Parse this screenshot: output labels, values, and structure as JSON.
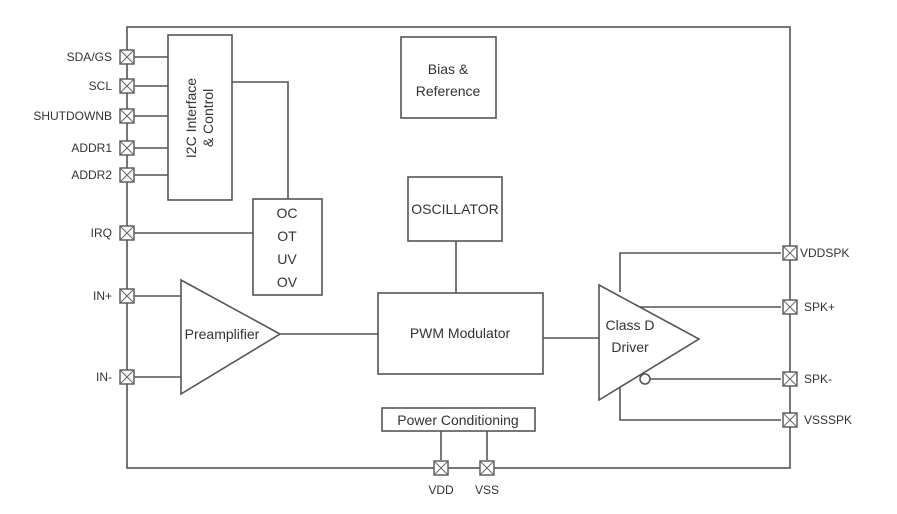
{
  "diagram": {
    "type": "block-diagram",
    "description": "Class D audio amplifier IC block diagram",
    "colors": {
      "line": "#555555",
      "text": "#333333",
      "background": "#ffffff"
    },
    "blocks": {
      "i2c": {
        "line1": "I2C Interface",
        "line2": "& Control"
      },
      "bias": {
        "line1": "Bias &",
        "line2": "Reference"
      },
      "protection": {
        "items": [
          "OC",
          "OT",
          "UV",
          "OV"
        ]
      },
      "oscillator": {
        "label": "OSCILLATOR"
      },
      "preamp": {
        "label": "Preamplifier"
      },
      "pwm": {
        "label": "PWM Modulator"
      },
      "classd": {
        "line1": "Class D",
        "line2": "Driver"
      },
      "power": {
        "label": "Power Conditioning"
      }
    },
    "pins": {
      "left": [
        "SDA/GS",
        "SCL",
        "SHUTDOWNB",
        "ADDR1",
        "ADDR2",
        "IRQ",
        "IN+",
        "IN-"
      ],
      "right": [
        "VDDSPK",
        "SPK+",
        "SPK-",
        "VSSSPK"
      ],
      "bottom": [
        "VDD",
        "VSS"
      ]
    }
  }
}
